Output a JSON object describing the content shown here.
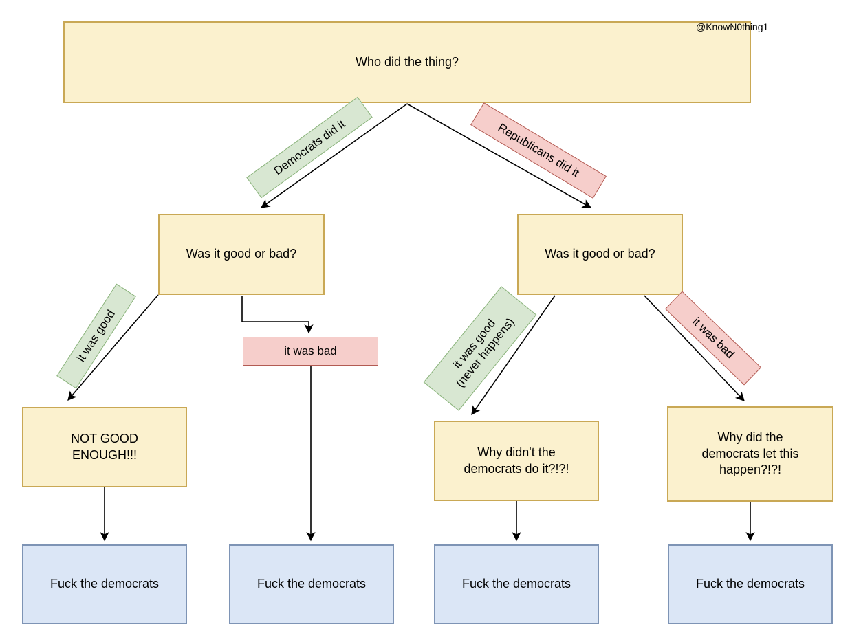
{
  "watermark": "@KnowN0thing1",
  "diagram": {
    "root_question": "Who did the thing?",
    "left_branch": {
      "branch_label": "Democrats did it",
      "question": "Was it good or bad?",
      "good_label": "it was good",
      "bad_label": "it was bad",
      "good_result": "NOT GOOD ENOUGH!!!",
      "good_outcome": "Fuck the democrats",
      "bad_outcome": "Fuck the democrats"
    },
    "right_branch": {
      "branch_label": "Republicans did it",
      "question": "Was it good or bad?",
      "good_label_line1": "it was good",
      "good_label_line2": "(never happens)",
      "bad_label": "it was bad",
      "good_result": "Why didn't the democrats do it?!?!",
      "bad_result": "Why did the democrats let this happen?!?!",
      "good_outcome": "Fuck the democrats",
      "bad_outcome": "Fuck the democrats"
    }
  },
  "colors": {
    "yellow_fill": "#FBF1CE",
    "yellow_border": "#C9A855",
    "green_fill": "#D8E7D2",
    "green_border": "#8AB37B",
    "red_fill": "#F6CECB",
    "red_border": "#B25B53",
    "blue_fill": "#DBE6F6",
    "blue_border": "#7E94B5",
    "line": "#000000"
  }
}
